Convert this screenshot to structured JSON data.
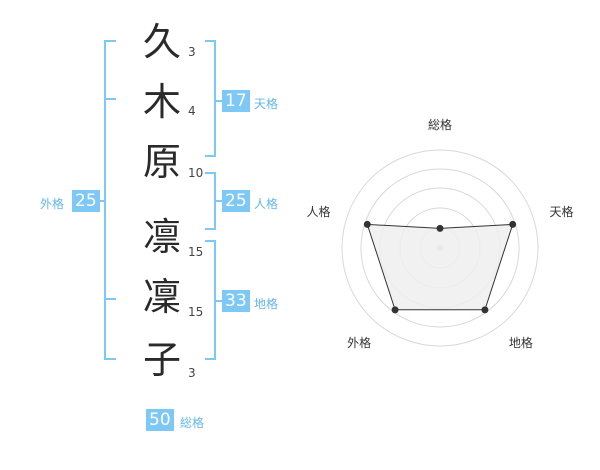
{
  "name": {
    "characters": [
      {
        "char": "久",
        "strokes": "3"
      },
      {
        "char": "木",
        "strokes": "4"
      },
      {
        "char": "原",
        "strokes": "10"
      },
      {
        "char": "凛",
        "strokes": "15"
      },
      {
        "char": "凜",
        "strokes": "15"
      },
      {
        "char": "子",
        "strokes": "3"
      }
    ]
  },
  "kakusu": {
    "tenkaku": {
      "value": "17",
      "label": "天格"
    },
    "jinkaku": {
      "value": "25",
      "label": "人格"
    },
    "chikaku": {
      "value": "33",
      "label": "地格"
    },
    "gaikaku": {
      "value": "25",
      "label": "外格"
    },
    "soukaku": {
      "value": "50",
      "label": "総格"
    }
  },
  "chart_data": {
    "type": "radar",
    "axes": [
      "総格",
      "天格",
      "地格",
      "外格",
      "人格"
    ],
    "values": [
      0.2,
      0.78,
      0.78,
      0.78,
      0.78
    ],
    "rings": 4,
    "colors": {
      "fill": "#eeeeee",
      "line": "#333333",
      "grid": "#d8d8d8",
      "center": "#bbbbbb"
    }
  },
  "colors": {
    "accent": "#7ec8f5",
    "accent_text": "#63b6ea"
  }
}
